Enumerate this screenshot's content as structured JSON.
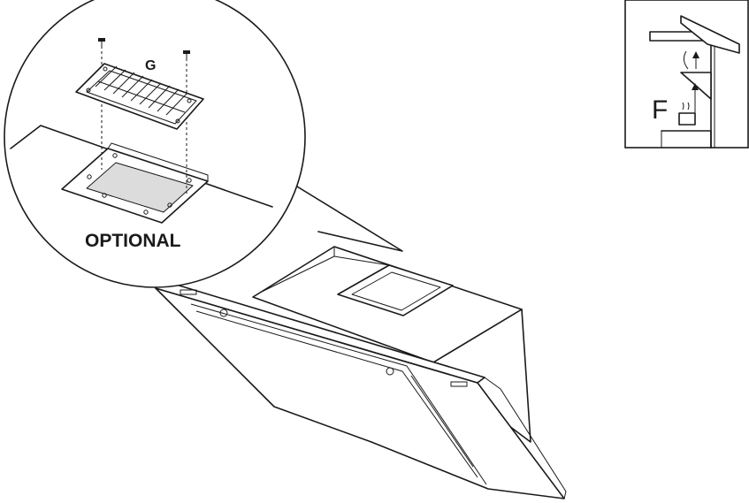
{
  "labels": {
    "optional": "OPTIONAL",
    "grille_part": "G",
    "mode_label": "F"
  },
  "colors": {
    "stroke": "#1a1a1a",
    "opening_fill": "#dcdcdc",
    "background": "#ffffff"
  }
}
